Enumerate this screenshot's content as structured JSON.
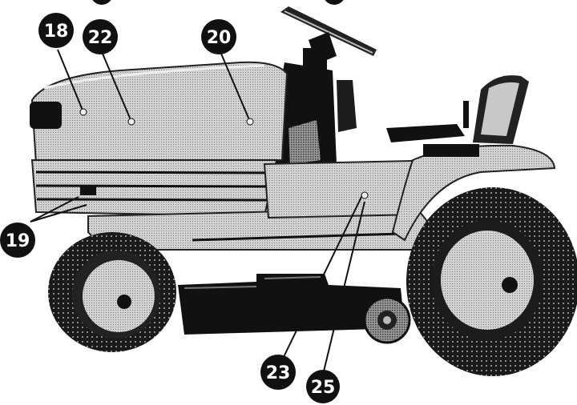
{
  "callouts": [
    {
      "id": "c18",
      "label": "18"
    },
    {
      "id": "c22",
      "label": "22"
    },
    {
      "id": "c20",
      "label": "20"
    },
    {
      "id": "c19",
      "label": "19"
    },
    {
      "id": "c23",
      "label": "23"
    },
    {
      "id": "c25",
      "label": "25"
    }
  ],
  "colors": {
    "body_fill": "#c9c9c9",
    "dark": "#111111",
    "tire": "#1a1a1a",
    "hub": "#dcdcdc"
  }
}
